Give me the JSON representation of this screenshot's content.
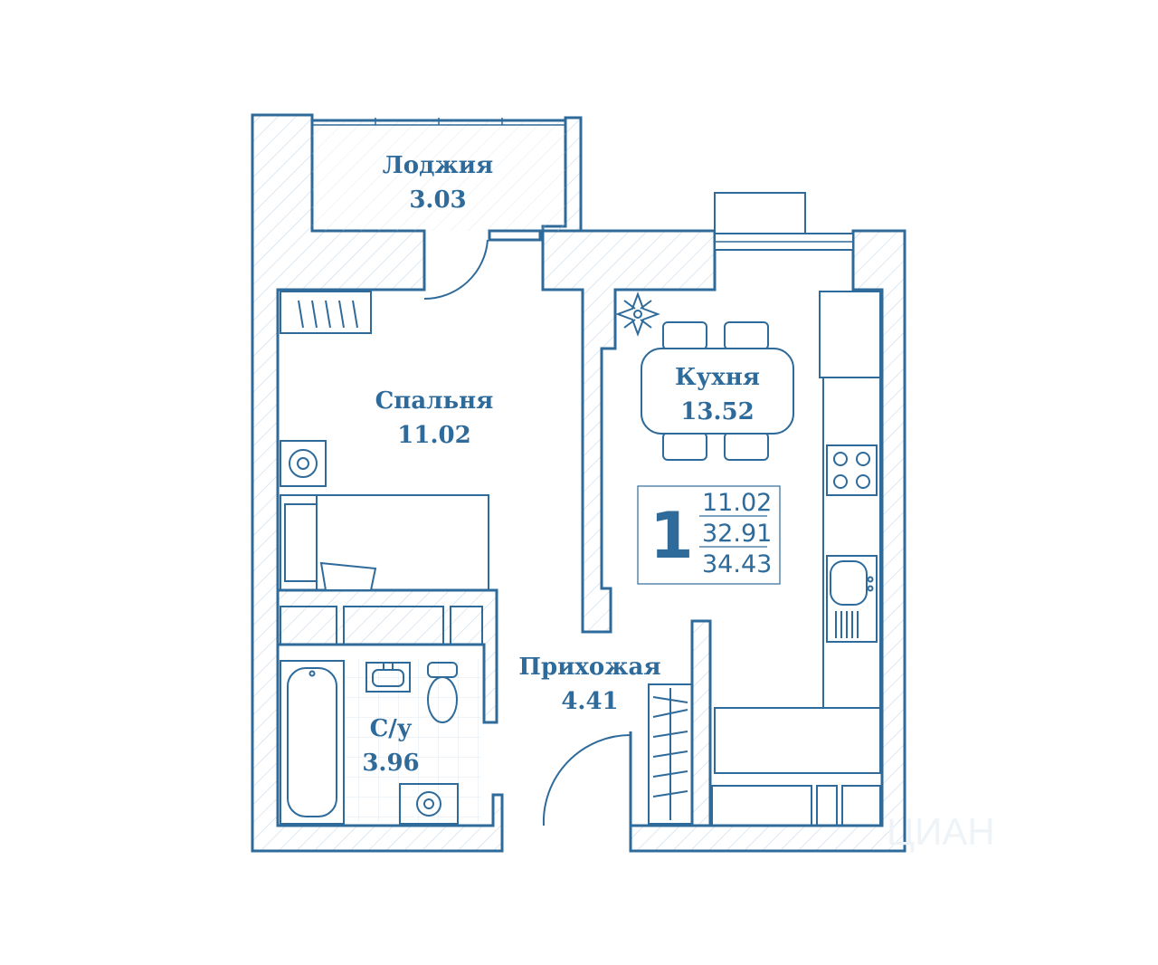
{
  "plan": {
    "colors": {
      "line": "#2f6b9a",
      "hatch": "#c7d8e8",
      "background": "#ffffff"
    },
    "rooms": [
      {
        "id": "loggia",
        "name": "Лоджия",
        "area": "3.03"
      },
      {
        "id": "bedroom",
        "name": "Спальня",
        "area": "11.02"
      },
      {
        "id": "kitchen",
        "name": "Кухня",
        "area": "13.52"
      },
      {
        "id": "hallway",
        "name": "Прихожая",
        "area": "4.41"
      },
      {
        "id": "bathroom",
        "name": "С/у",
        "area": "3.96"
      }
    ],
    "summary": {
      "rooms_count": "1",
      "living_area": "11.02",
      "total_area": "32.91",
      "total_with_loggia": "34.43"
    },
    "watermark": "ЦИАН"
  }
}
